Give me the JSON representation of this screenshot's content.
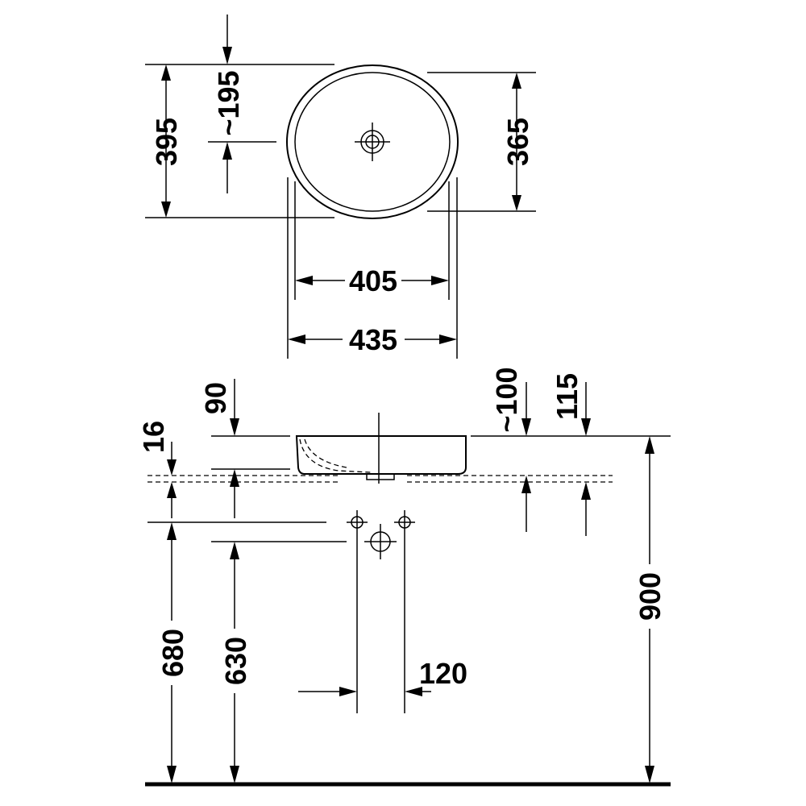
{
  "top_view": {
    "dim_overall_depth": "395",
    "dim_drain_offset": "~195",
    "dim_inner_depth": "365",
    "dim_inner_width": "405",
    "dim_overall_width": "435"
  },
  "side_view": {
    "dim_bowl_height": "90",
    "dim_recess": "16",
    "dim_overflow_height": "~100",
    "dim_total_height": "115",
    "dim_floor_to_top": "900",
    "dim_supply_height": "680",
    "dim_waste_height": "630",
    "dim_supply_spacing": "120"
  }
}
